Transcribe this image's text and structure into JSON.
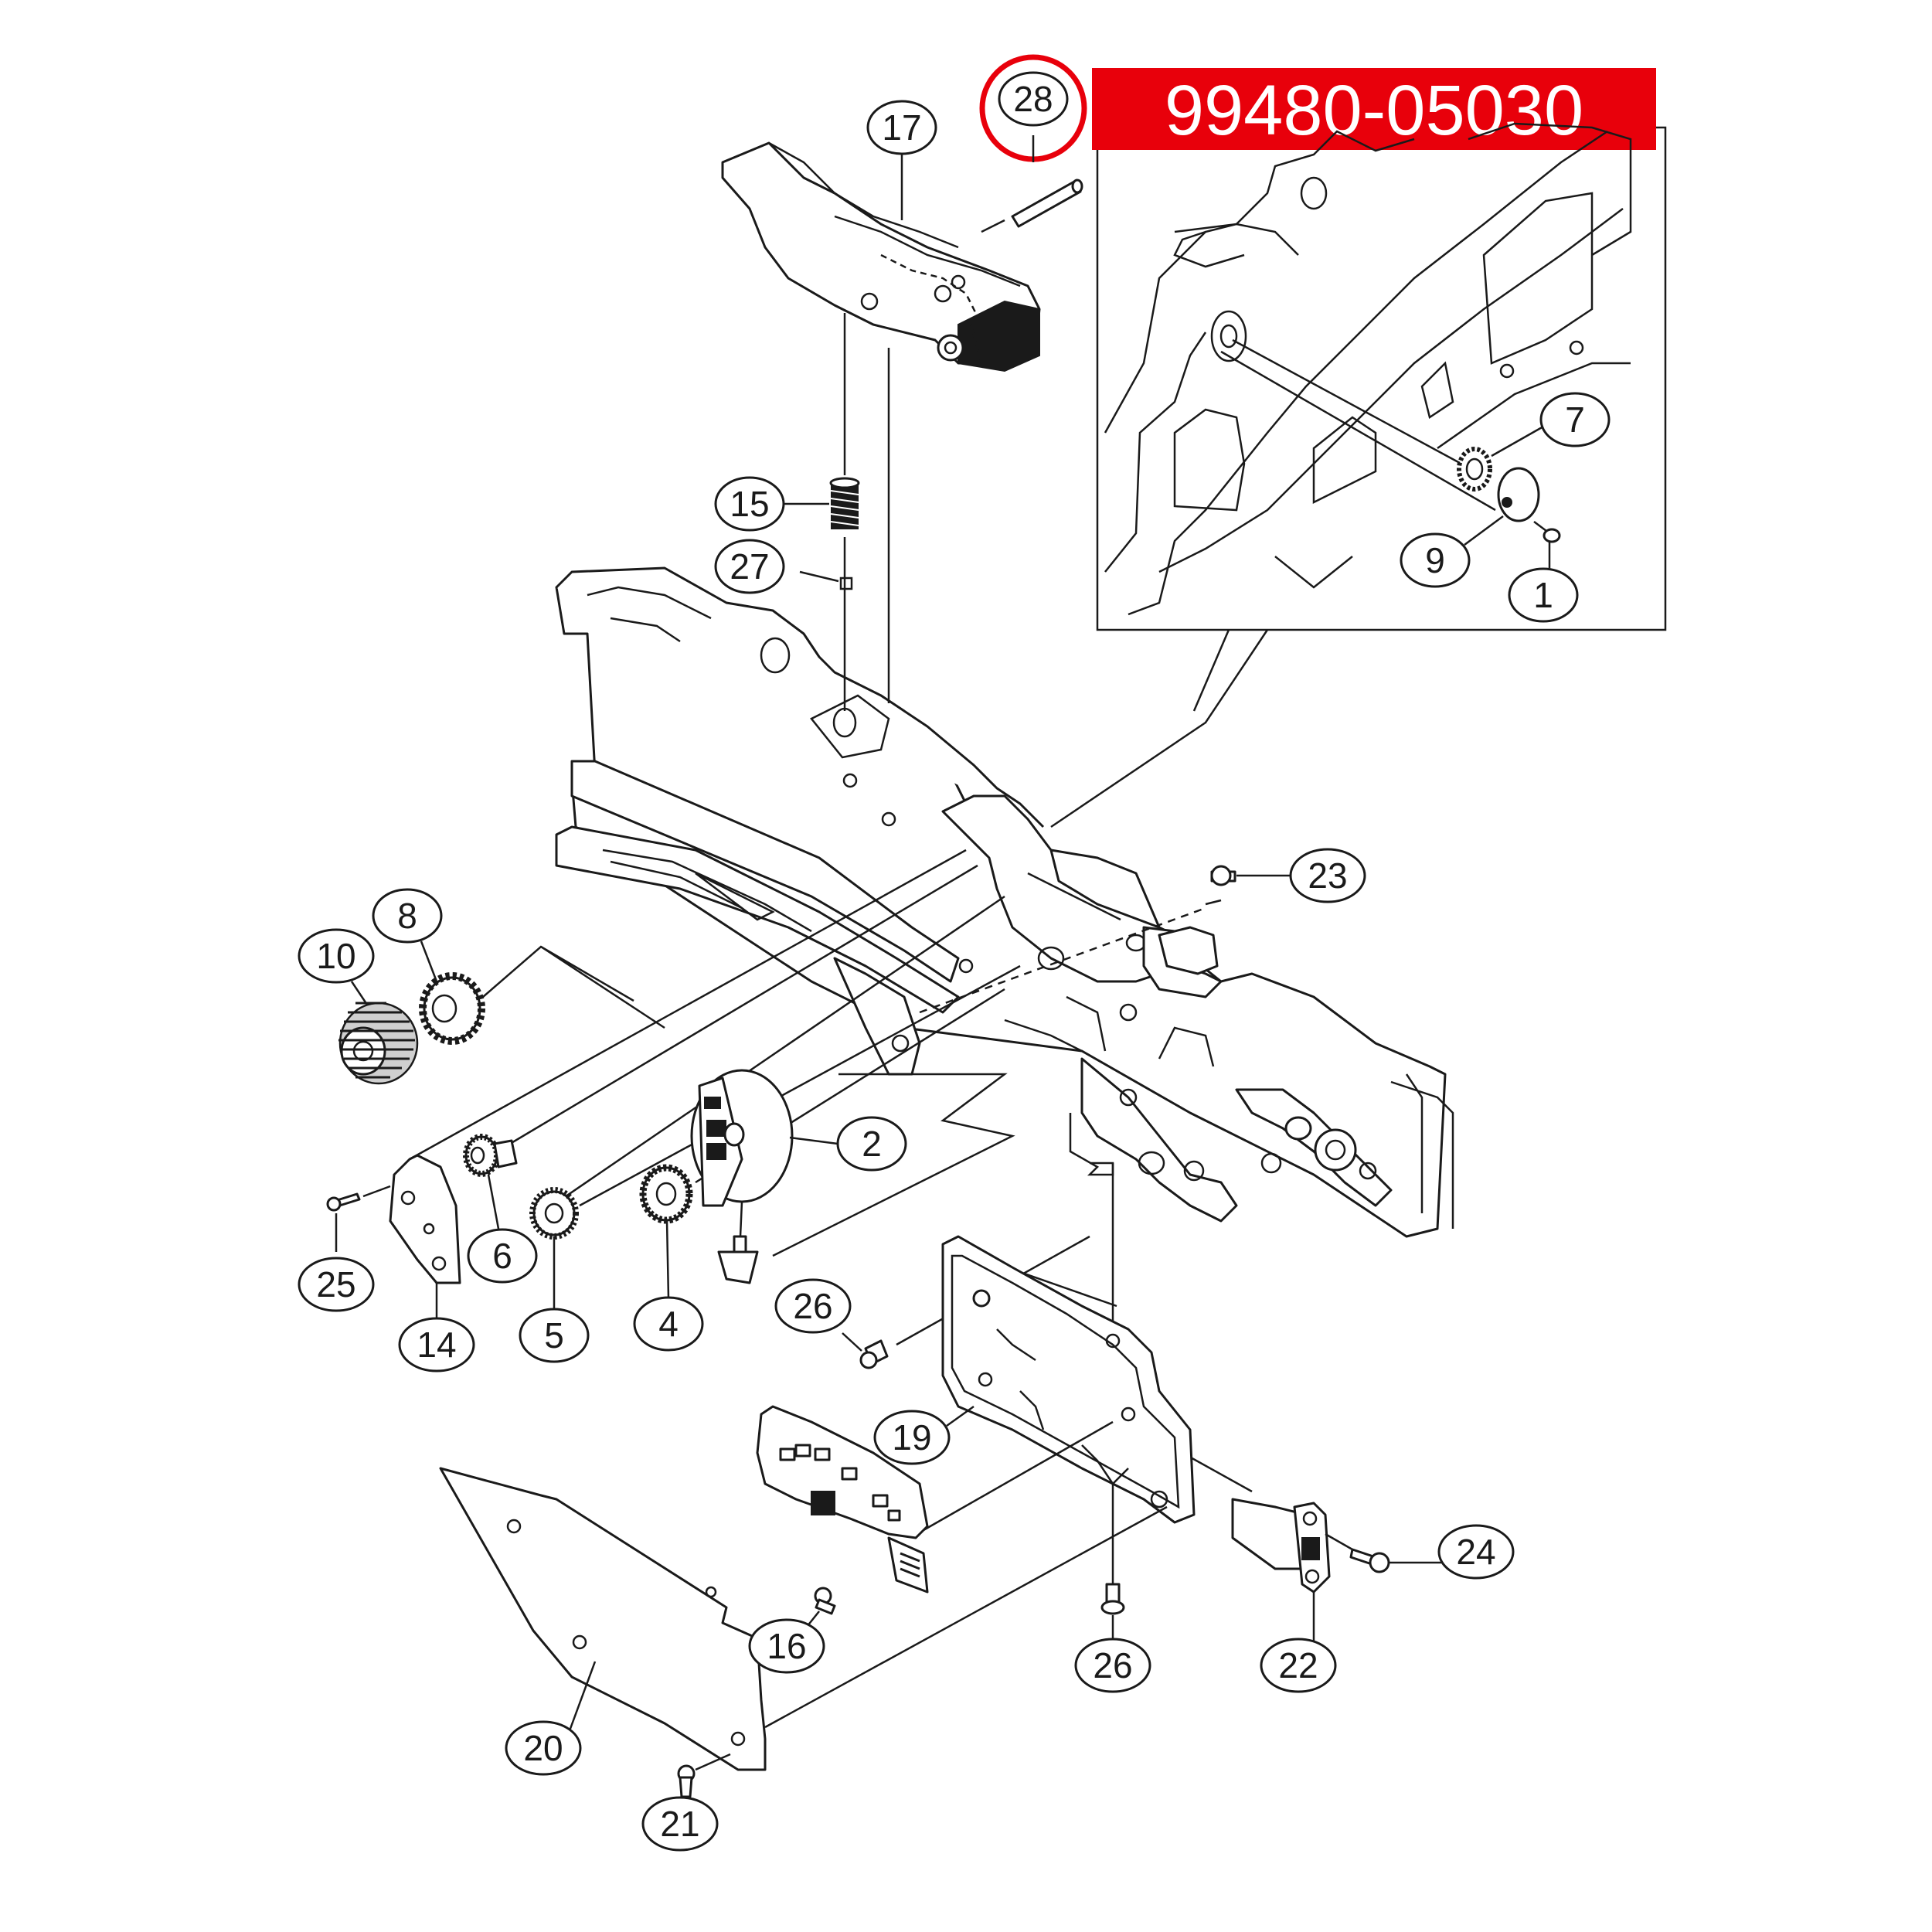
{
  "part_number": "99480-05030",
  "colors": {
    "banner": "#e8000b",
    "highlight_ring": "#e8000b",
    "line": "#1a1a1a"
  },
  "callouts": {
    "c1": "1",
    "c2": "2",
    "c4": "4",
    "c5": "5",
    "c6": "6",
    "c7": "7",
    "c8": "8",
    "c9": "9",
    "c10": "10",
    "c14": "14",
    "c15": "15",
    "c16": "16",
    "c17": "17",
    "c19": "19",
    "c20": "20",
    "c21": "21",
    "c22": "22",
    "c23": "23",
    "c24": "24",
    "c25": "25",
    "c26a": "26",
    "c26b": "26",
    "c27": "27",
    "c28": "28"
  },
  "highlighted_callout": "28"
}
